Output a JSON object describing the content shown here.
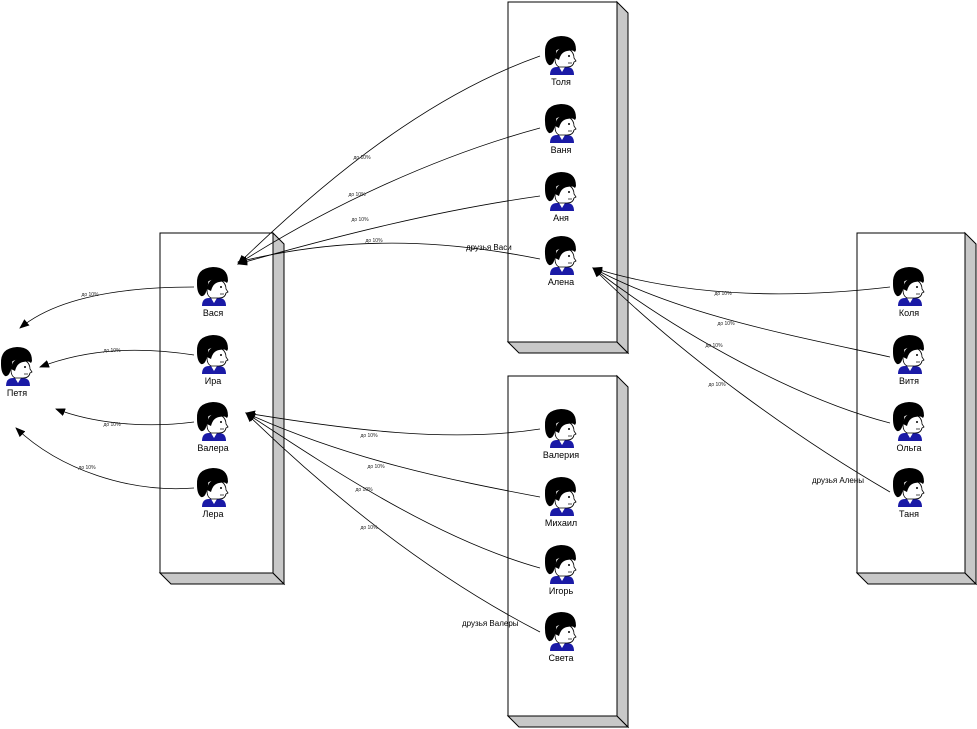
{
  "persons": {
    "petya": "Петя",
    "vasya": "Вася",
    "ira": "Ира",
    "valera": "Валера",
    "lera": "Лера",
    "tolya": "Толя",
    "vanya": "Ваня",
    "anya": "Аня",
    "alena": "Алена",
    "valeriya": "Валерия",
    "mikhail": "Михаил",
    "igor": "Игорь",
    "sveta": "Света",
    "kolya": "Коля",
    "vitya": "Витя",
    "olga": "Ольга",
    "tanya": "Таня"
  },
  "groups": {
    "vasya_friends": "друзья Васи",
    "valera_friends": "друзья Валеры",
    "alena_friends": "друзья Алены"
  },
  "edge_label": "до 10%",
  "colors": {
    "hair": "#000000",
    "face": "#ffffff",
    "shirt": "#1a1aa6",
    "box_side": "#c8c8c8"
  },
  "icons": {
    "person": "person-icon",
    "arrow": "arrow-head-icon"
  }
}
